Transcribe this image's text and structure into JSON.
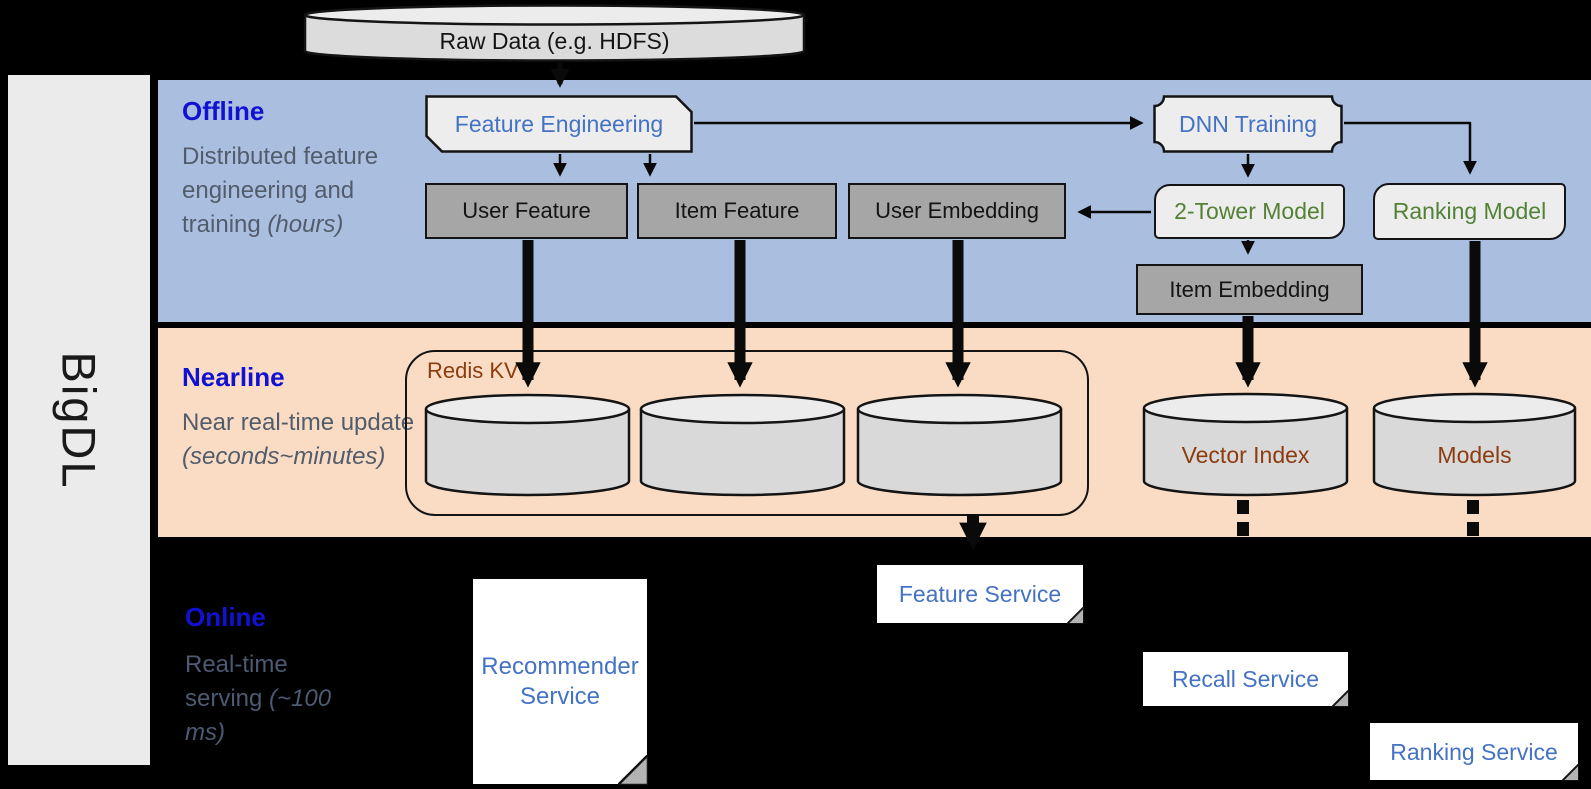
{
  "sidebar": {
    "brand": "BigDL"
  },
  "source": {
    "raw_data": "Raw Data (e.g. HDFS)"
  },
  "offline": {
    "title": "Offline",
    "subtitle": "Distributed feature engineering and training",
    "subtitle_italic": "(hours)",
    "nodes": {
      "feature_engineering": "Feature Engineering",
      "dnn_training": "DNN Training",
      "user_feature": "User Feature",
      "item_feature": "Item Feature",
      "user_embedding": "User Embedding",
      "two_tower_model": "2-Tower Model",
      "ranking_model": "Ranking Model",
      "item_embedding": "Item Embedding"
    }
  },
  "nearline": {
    "title": "Nearline",
    "subtitle": "Near real-time update",
    "subtitle_italic": "(seconds~minutes)",
    "nodes": {
      "redis_kv": "Redis KV",
      "vector_index": "Vector Index",
      "models": "Models"
    }
  },
  "online": {
    "title": "Online",
    "subtitle": "Real-time serving",
    "subtitle_italic": "(~100 ms)",
    "nodes": {
      "recommender_service": "Recommender Service",
      "feature_service": "Feature Service",
      "recall_service": "Recall Service",
      "ranking_service": "Ranking Service"
    }
  },
  "colors": {
    "offline_band": "#aabfe0",
    "nearline_band": "#f9dcc3",
    "online_band": "#000000",
    "sidebar_bg": "#ebebeb",
    "band_title_blue": "#1111d2",
    "subtitle_gray": "#525c6b",
    "node_text_blue": "#4472c4",
    "node_text_green": "#538135",
    "node_text_brown": "#8c3c10",
    "dark_box_fill": "#a6a6a6",
    "light_shape_fill": "#ededed",
    "cylinder_fill": "#d9d9d9"
  }
}
